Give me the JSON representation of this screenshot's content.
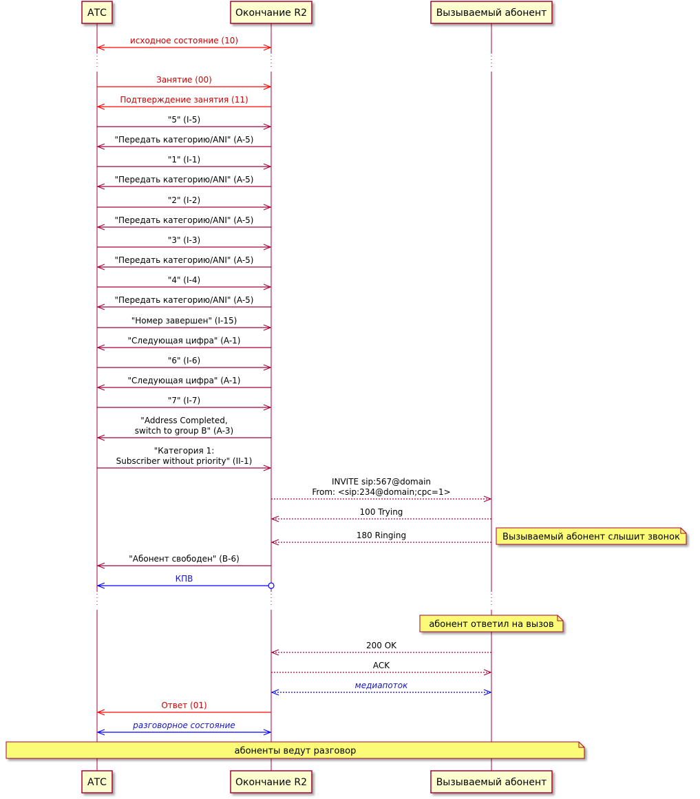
{
  "participants": [
    {
      "id": "atc",
      "name": "АТС"
    },
    {
      "id": "r2",
      "name": "Окончание R2"
    },
    {
      "id": "callee",
      "name": "Вызываемый абонент"
    }
  ],
  "colors": {
    "default": "#A80036",
    "red": "#FF0000",
    "blue": "#0000FF",
    "participant_fill": "#FEFECE",
    "note_fill": "#FBFB77",
    "red_text": "#D00000",
    "blue_text": "#1515C8"
  },
  "messages": [
    {
      "from": "atc",
      "to": "r2",
      "label": [
        "исходное состояние (10)"
      ],
      "color": "red",
      "style": "solid",
      "bidir": true
    },
    {
      "divider": true
    },
    {
      "from": "atc",
      "to": "r2",
      "label": [
        "Занятие (00)"
      ],
      "color": "red",
      "style": "solid"
    },
    {
      "from": "r2",
      "to": "atc",
      "label": [
        "Подтверждение занятия (11)"
      ],
      "color": "red",
      "style": "solid"
    },
    {
      "from": "atc",
      "to": "r2",
      "label": [
        "\"5\" (I-5)"
      ],
      "color": "default",
      "style": "solid"
    },
    {
      "from": "r2",
      "to": "atc",
      "label": [
        "\"Передать категорию/ANI\" (A-5)"
      ],
      "color": "default",
      "style": "solid"
    },
    {
      "from": "atc",
      "to": "r2",
      "label": [
        "\"1\" (I-1)"
      ],
      "color": "default",
      "style": "solid"
    },
    {
      "from": "r2",
      "to": "atc",
      "label": [
        "\"Передать категорию/ANI\" (A-5)"
      ],
      "color": "default",
      "style": "solid"
    },
    {
      "from": "atc",
      "to": "r2",
      "label": [
        "\"2\" (I-2)"
      ],
      "color": "default",
      "style": "solid"
    },
    {
      "from": "r2",
      "to": "atc",
      "label": [
        "\"Передать категорию/ANI\" (A-5)"
      ],
      "color": "default",
      "style": "solid"
    },
    {
      "from": "atc",
      "to": "r2",
      "label": [
        "\"3\" (I-3)"
      ],
      "color": "default",
      "style": "solid"
    },
    {
      "from": "r2",
      "to": "atc",
      "label": [
        "\"Передать категорию/ANI\" (A-5)"
      ],
      "color": "default",
      "style": "solid"
    },
    {
      "from": "atc",
      "to": "r2",
      "label": [
        "\"4\" (I-4)"
      ],
      "color": "default",
      "style": "solid"
    },
    {
      "from": "r2",
      "to": "atc",
      "label": [
        "\"Передать категорию/ANI\" (A-5)"
      ],
      "color": "default",
      "style": "solid"
    },
    {
      "from": "atc",
      "to": "r2",
      "label": [
        "\"Номер завершен\" (I-15)"
      ],
      "color": "default",
      "style": "solid"
    },
    {
      "from": "r2",
      "to": "atc",
      "label": [
        "\"Следующая цифра\" (A-1)"
      ],
      "color": "default",
      "style": "solid"
    },
    {
      "from": "atc",
      "to": "r2",
      "label": [
        "\"6\" (I-6)"
      ],
      "color": "default",
      "style": "solid"
    },
    {
      "from": "r2",
      "to": "atc",
      "label": [
        "\"Следующая цифра\" (A-1)"
      ],
      "color": "default",
      "style": "solid"
    },
    {
      "from": "atc",
      "to": "r2",
      "label": [
        "\"7\" (I-7)"
      ],
      "color": "default",
      "style": "solid"
    },
    {
      "from": "r2",
      "to": "atc",
      "label": [
        "\"Address Completed,",
        "switch to group B\" (A-3)"
      ],
      "color": "default",
      "style": "solid"
    },
    {
      "from": "atc",
      "to": "r2",
      "label": [
        "\"Категория 1:",
        "Subscriber without priority\" (II-1)"
      ],
      "color": "default",
      "style": "solid"
    },
    {
      "from": "r2",
      "to": "callee",
      "label": [
        "INVITE sip:567@domain",
        "From: <sip:234@domain;cpc=1>"
      ],
      "color": "default",
      "style": "dashed"
    },
    {
      "from": "callee",
      "to": "r2",
      "label": [
        "100 Trying"
      ],
      "color": "default",
      "style": "dashed"
    },
    {
      "from": "callee",
      "to": "r2",
      "label": [
        "180 Ringing"
      ],
      "color": "default",
      "style": "dashed",
      "note": "Вызываемый абонент слышит звонок"
    },
    {
      "from": "r2",
      "to": "atc",
      "label": [
        "\"Абонент свободен\" (B-6)"
      ],
      "color": "default",
      "style": "solid"
    },
    {
      "from": "r2",
      "to": "atc",
      "label": [
        "КПВ"
      ],
      "color": "blue",
      "style": "solid",
      "circle_start": true
    },
    {
      "divider": true
    },
    {
      "note_over": "callee",
      "text": "абонент ответил на вызов"
    },
    {
      "from": "callee",
      "to": "r2",
      "label": [
        "200 OK"
      ],
      "color": "default",
      "style": "dashed"
    },
    {
      "from": "r2",
      "to": "callee",
      "label": [
        "ACK"
      ],
      "color": "default",
      "style": "dashed"
    },
    {
      "from": "r2",
      "to": "callee",
      "label": [
        "медиапоток"
      ],
      "color": "blue",
      "style": "dashed",
      "bidir": true,
      "italic": true
    },
    {
      "from": "r2",
      "to": "atc",
      "label": [
        "Ответ (01)"
      ],
      "color": "red",
      "style": "solid"
    },
    {
      "from": "atc",
      "to": "r2",
      "label": [
        "разговорное состояние"
      ],
      "color": "blue",
      "style": "solid",
      "bidir": true,
      "italic": true
    },
    {
      "note_across": true,
      "text": "абоненты ведут разговор"
    }
  ]
}
